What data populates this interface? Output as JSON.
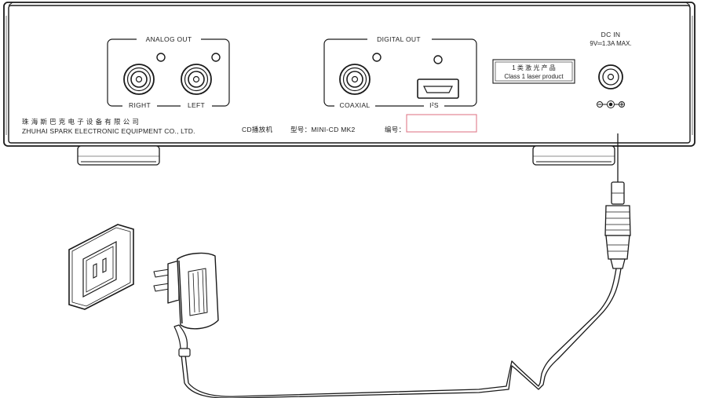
{
  "device": {
    "analog_out": {
      "title": "ANALOG OUT",
      "right_label": "RIGHT",
      "left_label": "LEFT"
    },
    "digital_out": {
      "title": "DIGITAL OUT",
      "coaxial_label": "COAXIAL",
      "i2s_label": "I²S"
    },
    "laser_label": {
      "line1": "1 类 激 光 产 品",
      "line2": "Class 1 laser product"
    },
    "dc_in": {
      "title": "DC IN",
      "rating": "9V═1.3A MAX."
    },
    "company": {
      "chinese": "珠海斯巴克电子设备有限公司",
      "english": "ZHUHAI SPARK ELECTRONIC EQUIPMENT CO., LTD."
    },
    "product_type": "CD播放机",
    "model": "型号：MINI-CD MK2",
    "serial_label": "编号：",
    "serial_value": ""
  },
  "accessories": {
    "wall_outlet_icon": "wall-outlet-icon",
    "power_adapter_icon": "power-adapter-icon",
    "dc_plug_icon": "dc-plug-icon"
  },
  "colors": {
    "line": "#1a1a1a",
    "serial_box": "#e07a8a",
    "background": "#ffffff"
  }
}
